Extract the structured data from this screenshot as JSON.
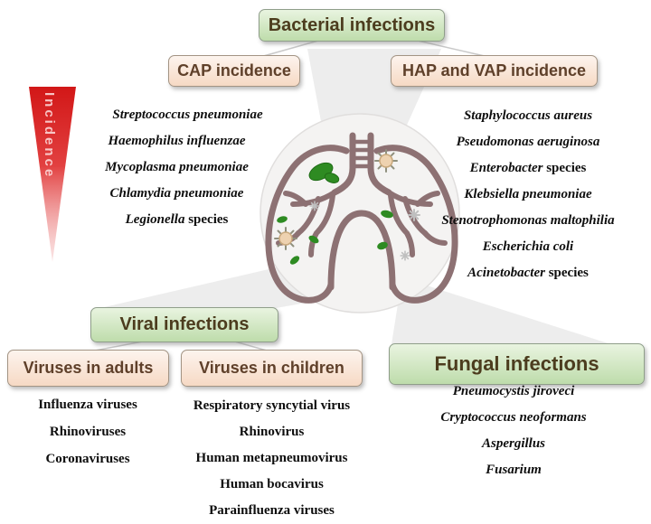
{
  "figure": {
    "incidence_label": "Incidence",
    "bacterial": {
      "title": "Bacterial infections",
      "cap": {
        "title": "CAP incidence",
        "items": [
          {
            "italic": "Streptococcus pneumoniae",
            "roman": ""
          },
          {
            "italic": "Haemophilus influenzae",
            "roman": ""
          },
          {
            "italic": "Mycoplasma pneumoniae",
            "roman": ""
          },
          {
            "italic": "Chlamydia pneumoniae",
            "roman": ""
          },
          {
            "italic": "Legionella",
            "roman": " species"
          }
        ]
      },
      "hap": {
        "title": "HAP and VAP incidence",
        "items": [
          {
            "italic": "Staphylococcus aureus",
            "roman": ""
          },
          {
            "italic": "Pseudomonas aeruginosa",
            "roman": ""
          },
          {
            "italic": "Enterobacter",
            "roman": " species"
          },
          {
            "italic": "Klebsiella pneumoniae",
            "roman": ""
          },
          {
            "italic": "Stenotrophomonas maltophilia",
            "roman": ""
          },
          {
            "italic": "Escherichia coli",
            "roman": ""
          },
          {
            "italic": "Acinetobacter",
            "roman": " species"
          }
        ]
      }
    },
    "viral": {
      "title": "Viral infections",
      "adults": {
        "title": "Viruses in adults",
        "items": [
          "Influenza viruses",
          "Rhinoviruses",
          "Coronaviruses"
        ]
      },
      "children": {
        "title": "Viruses in children",
        "items": [
          "Respiratory syncytial virus",
          "Rhinovirus",
          "Human metapneumovirus",
          "Human bocavirus",
          "Parainfluenza viruses"
        ]
      }
    },
    "fungal": {
      "title": "Fungal infections",
      "items": [
        "Pneumocystis jiroveci",
        "Cryptococcus neoformans",
        "Aspergillus",
        "Fusarium"
      ]
    },
    "colors": {
      "green_box": "#c9e3b8",
      "pink_box": "#f8ddca",
      "incidence_red": "#d21717",
      "lung_outline": "#8d7173",
      "bacteria_green": "#2e8b22",
      "beam_gray": "#ededed"
    }
  }
}
